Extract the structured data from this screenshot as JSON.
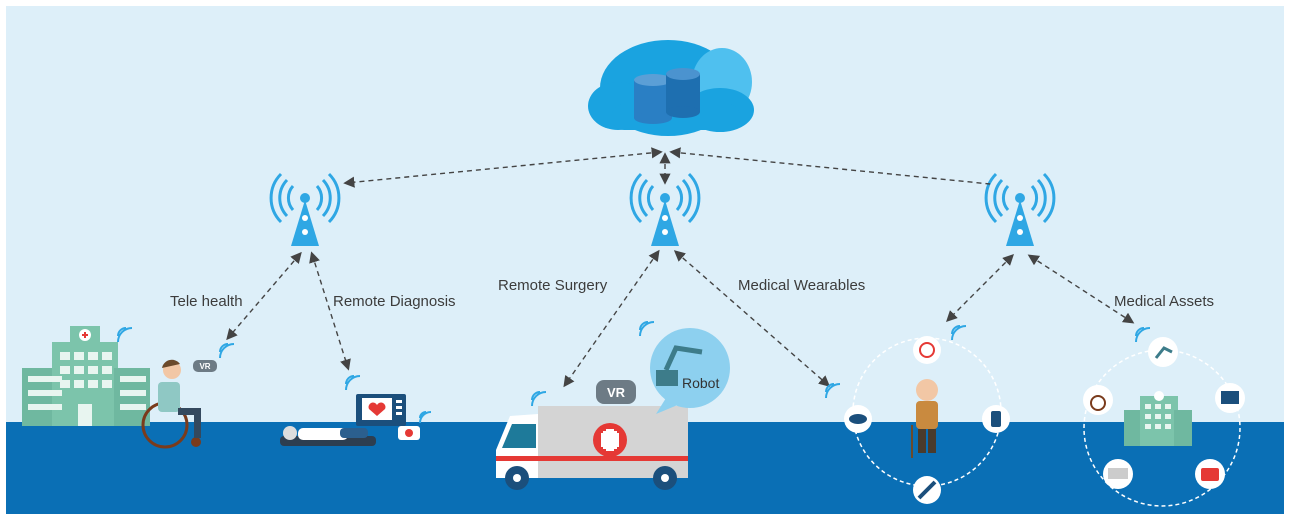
{
  "labels": {
    "tele_health": "Tele health",
    "remote_diagnosis": "Remote Diagnosis",
    "remote_surgery": "Remote Surgery",
    "medical_wearables": "Medical Wearables",
    "medical_assets": "Medical Assets",
    "robot": "Robot",
    "vr_small": "VR",
    "vr_large": "VR"
  },
  "colors": {
    "sky": "#ddeff9",
    "ground": "#0a6fb5",
    "cloud": "#1aa3e0",
    "tower": "#2fa7e4",
    "arrow": "#444444",
    "hospital": "#6fb8a0"
  },
  "icons": [
    "cloud-database-icon",
    "cell-tower-icon",
    "hospital-icon",
    "wheelchair-icon",
    "heart-monitor-icon",
    "ambulance-icon",
    "robot-arm-icon",
    "elderly-person-icon",
    "smartwatch-icon",
    "thermometer-icon",
    "glucose-meter-icon",
    "medical-kit-icon"
  ]
}
